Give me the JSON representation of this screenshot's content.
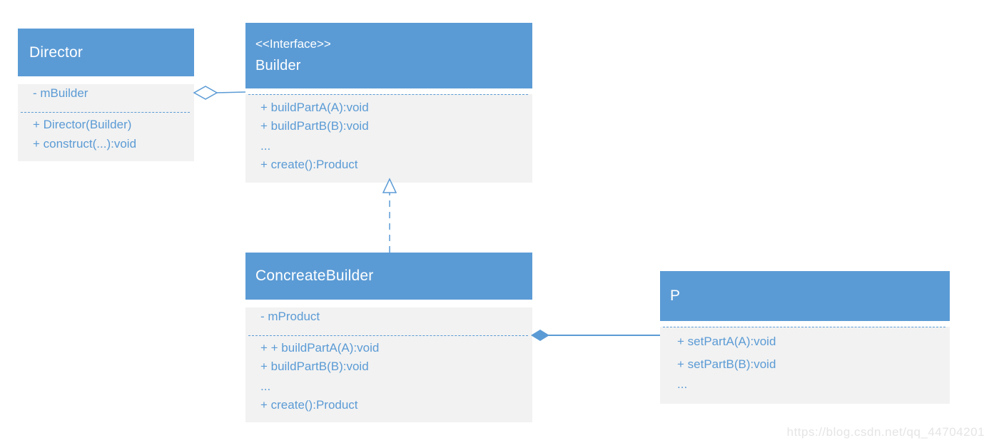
{
  "diagram": {
    "kind": "uml-class-diagram",
    "pattern": "Builder",
    "colors": {
      "header_fill": "#5B9BD5",
      "body_fill": "#F2F2F2",
      "member_text": "#5B9BD5",
      "connector_line": "#5B9BD5",
      "title_text": "#FFFFFF",
      "watermark_text": "#E5E5E5"
    },
    "classes": {
      "director": {
        "title": "Director",
        "attributes": [
          "- mBuilder"
        ],
        "methods": [
          "+ Director(Builder)",
          "+ construct(...):void"
        ]
      },
      "builder": {
        "stereotype": "<<Interface>>",
        "title": "Builder",
        "attributes": [],
        "methods": [
          "+ buildPartA(A):void",
          "+ buildPartB(B):void",
          "...",
          "+ create():Product"
        ]
      },
      "concreate_builder": {
        "title": "ConcreateBuilder",
        "attributes": [
          "- mProduct"
        ],
        "methods": [
          "+ + buildPartA(A):void",
          "+ buildPartB(B):void",
          "...",
          "+ create():Product"
        ]
      },
      "product": {
        "title": "P",
        "attributes": [],
        "methods": [
          "+ setPartA(A):void",
          "+ setPartB(B):void",
          "..."
        ]
      }
    },
    "connectors": [
      {
        "type": "aggregation",
        "from": "Director",
        "to": "Builder",
        "marker": "hollow-diamond"
      },
      {
        "type": "realization",
        "from": "ConcreateBuilder",
        "to": "Builder",
        "marker": "hollow-triangle-dashed"
      },
      {
        "type": "composition",
        "from": "ConcreateBuilder",
        "to": "P",
        "marker": "filled-diamond"
      }
    ],
    "watermark": "https://blog.csdn.net/qq_44704201"
  }
}
